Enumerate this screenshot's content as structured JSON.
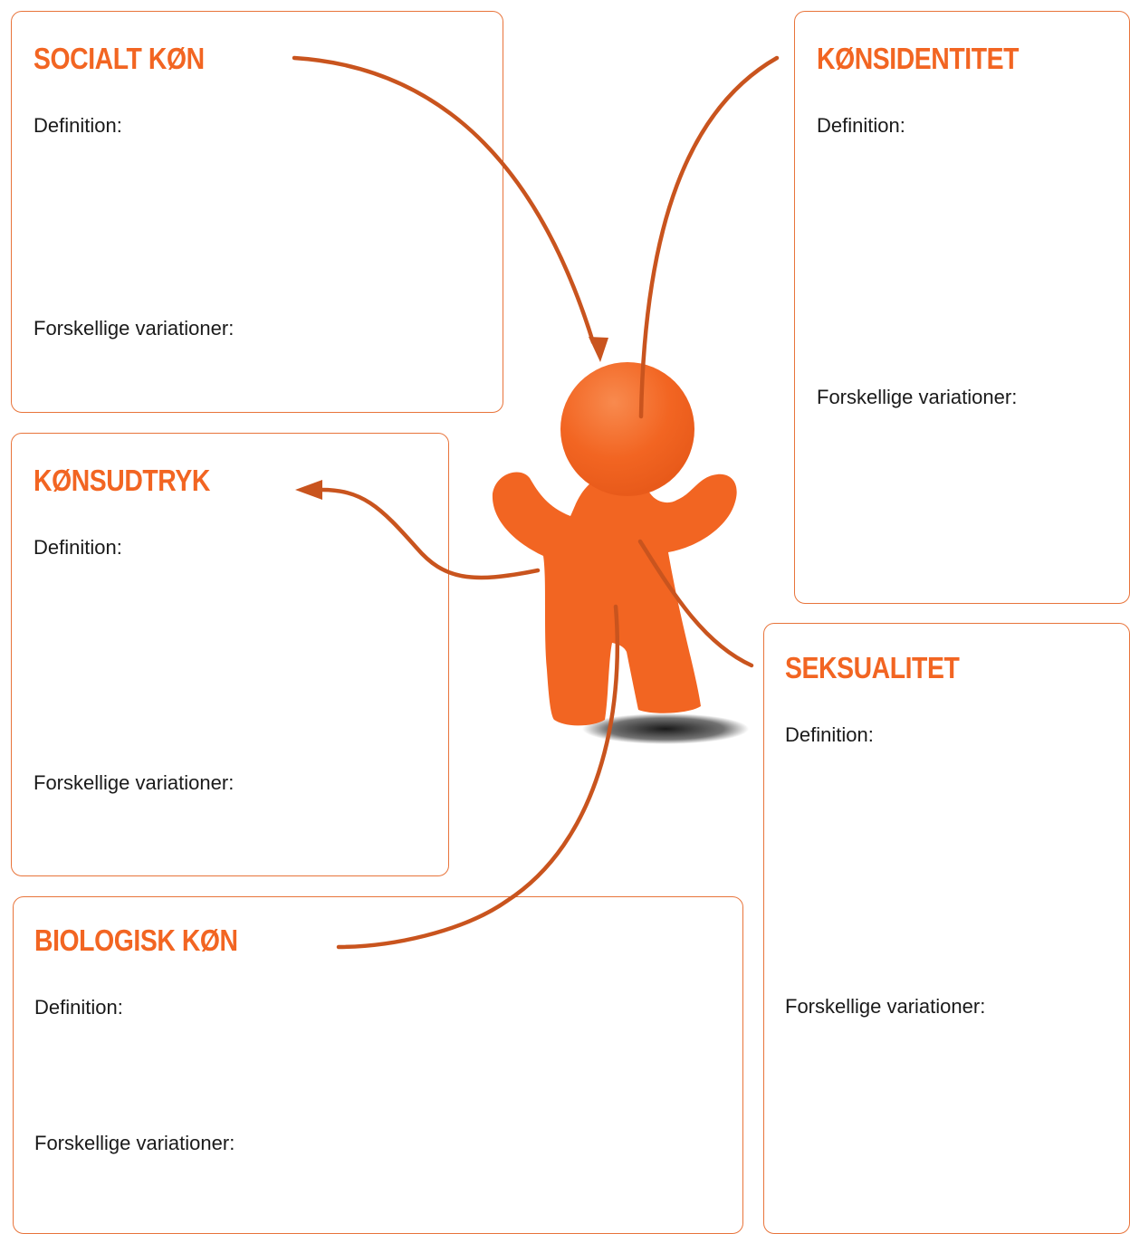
{
  "boxes": {
    "socialt_koen": {
      "title": "SOCIALT KØN",
      "definition": "Definition:",
      "variations": "Forskellige variationer:"
    },
    "koensidentitet": {
      "title": "KØNSIDENTITET",
      "definition": "Definition:",
      "variations": "Forskellige variationer:"
    },
    "koensudtryk": {
      "title": "KØNSUDTRYK",
      "definition": "Definition:",
      "variations": "Forskellige variationer:"
    },
    "seksualitet": {
      "title": "SEKSUALITET",
      "definition": "Definition:",
      "variations": "Forskellige variationer:"
    },
    "biologisk_koen": {
      "title": "BIOLOGISK KØN",
      "definition": "Definition:",
      "variations": "Forskellige variationer:"
    }
  },
  "colors": {
    "accent": "#f26522",
    "border": "#e8743b",
    "connector": "#c9541e",
    "text": "#1a1a1a"
  },
  "figure": {
    "icon": "person-figure-icon"
  }
}
